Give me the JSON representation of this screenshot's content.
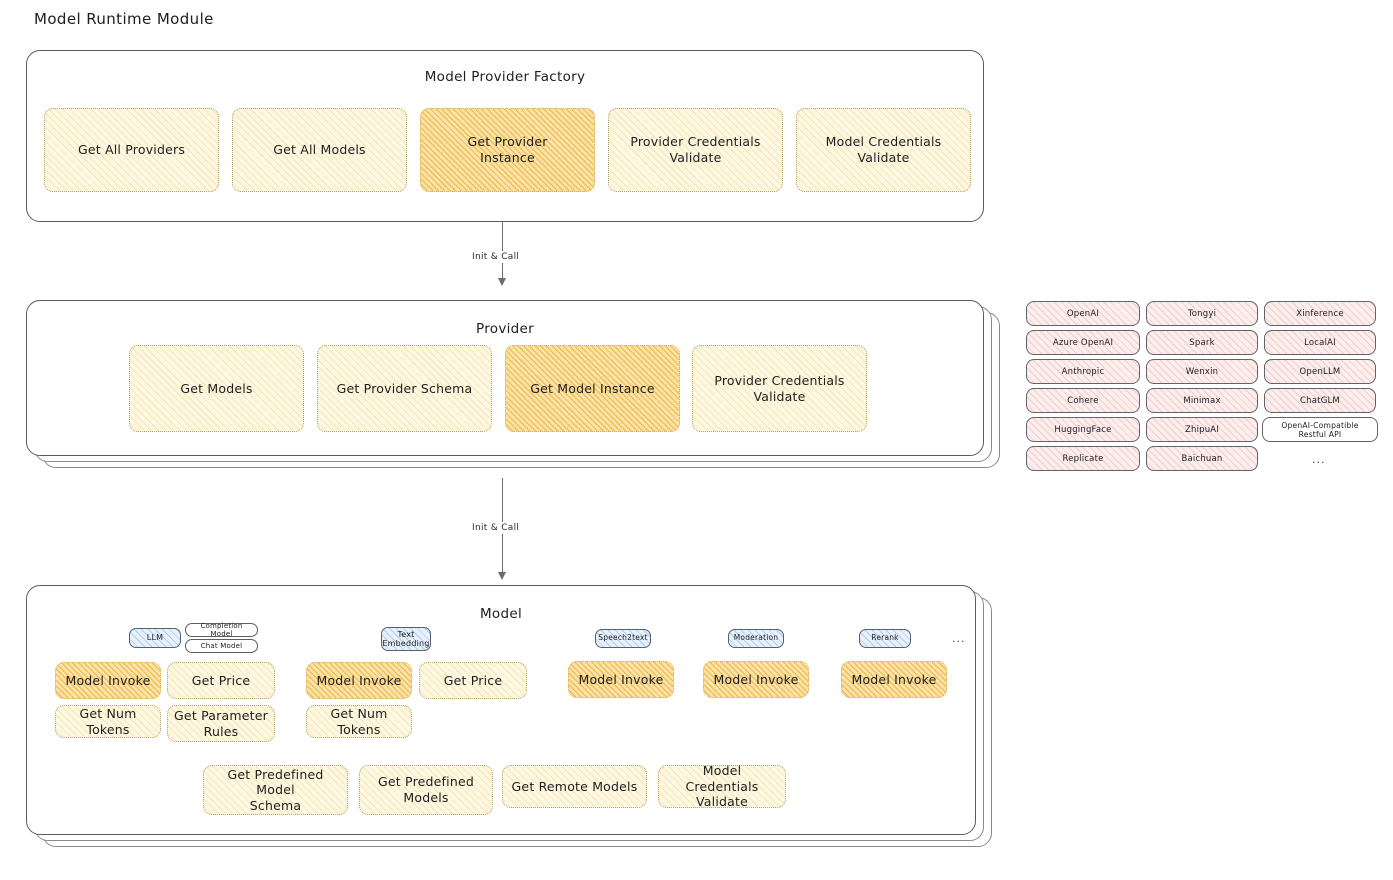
{
  "page": {
    "title": "Model Runtime Module"
  },
  "arrows": [
    {
      "label": "Init & Call"
    },
    {
      "label": "Init & Call"
    }
  ],
  "factory": {
    "title": "Model Provider Factory",
    "items": [
      {
        "label": "Get All Providers",
        "highlight": false
      },
      {
        "label": "Get All Models",
        "highlight": false
      },
      {
        "label": "Get Provider\nInstance",
        "highlight": true
      },
      {
        "label": "Provider Credentials\nValidate",
        "highlight": false
      },
      {
        "label": "Model Credentials\nValidate",
        "highlight": false
      }
    ]
  },
  "provider": {
    "title": "Provider",
    "items": [
      {
        "label": "Get Models",
        "highlight": false
      },
      {
        "label": "Get Provider Schema",
        "highlight": false
      },
      {
        "label": "Get Model Instance",
        "highlight": true
      },
      {
        "label": "Provider Credentials\nValidate",
        "highlight": false
      }
    ]
  },
  "provider_list": {
    "columns": [
      [
        "OpenAI",
        "Azure OpenAI",
        "Anthropic",
        "Cohere",
        "HuggingFace",
        "Replicate"
      ],
      [
        "Tongyi",
        "Spark",
        "Wenxin",
        "Minimax",
        "ZhipuAI",
        "Baichuan"
      ],
      [
        "Xinference",
        "LocalAI",
        "OpenLLM",
        "ChatGLM",
        "OpenAI-Compatible Restful API"
      ]
    ],
    "more": "..."
  },
  "model": {
    "title": "Model",
    "more": "...",
    "types": [
      {
        "name": "LLM",
        "subtags": [
          "Completion Model",
          "Chat Model"
        ],
        "methods": [
          {
            "label": "Model Invoke",
            "highlight": true
          },
          {
            "label": "Get Price",
            "highlight": false
          },
          {
            "label": "Get Num Tokens",
            "highlight": false
          },
          {
            "label": "Get Parameter\nRules",
            "highlight": false
          }
        ]
      },
      {
        "name": "Text\nEmbedding",
        "subtags": [],
        "methods": [
          {
            "label": "Model Invoke",
            "highlight": true
          },
          {
            "label": "Get Price",
            "highlight": false
          },
          {
            "label": "Get Num Tokens",
            "highlight": false
          }
        ]
      },
      {
        "name": "Speech2text",
        "subtags": [],
        "methods": [
          {
            "label": "Model Invoke",
            "highlight": true
          }
        ]
      },
      {
        "name": "Moderation",
        "subtags": [],
        "methods": [
          {
            "label": "Model Invoke",
            "highlight": true
          }
        ]
      },
      {
        "name": "Rerank",
        "subtags": [],
        "methods": [
          {
            "label": "Model Invoke",
            "highlight": true
          }
        ]
      }
    ],
    "shared_methods": [
      {
        "label": "Get Predefined Model\nSchema"
      },
      {
        "label": "Get Predefined\nModels"
      },
      {
        "label": "Get Remote Models"
      },
      {
        "label": "Model Credentials\nValidate"
      }
    ]
  },
  "colors": {
    "pale_yellow": "#fdf8e6",
    "amber": "#fbe3ab",
    "blue": "#e8f1fb",
    "rose": "#fdeeee",
    "stroke": "#5c5c5c",
    "text": "#1e1e1e"
  }
}
